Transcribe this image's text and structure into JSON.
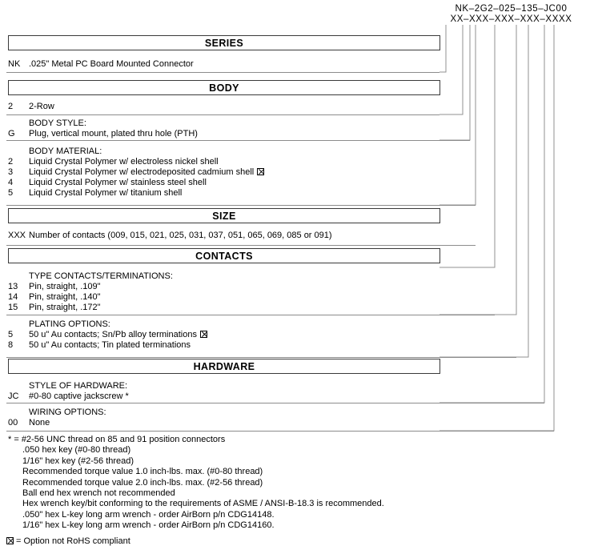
{
  "part_number": {
    "example": "NK–2G2–025–135–JC00",
    "mask": "XX–XXX–XXX–XXX–XXXX"
  },
  "sections": [
    {
      "title": "SERIES",
      "groups": [
        {
          "label": "",
          "options": [
            {
              "code": "NK",
              "desc": ".025\" Metal PC Board Mounted Connector",
              "rohs_flag": false
            }
          ]
        }
      ]
    },
    {
      "title": "BODY",
      "groups": [
        {
          "label": "",
          "options": [
            {
              "code": "2",
              "desc": "2-Row",
              "rohs_flag": false
            }
          ]
        },
        {
          "label": "BODY STYLE:",
          "options": [
            {
              "code": "G",
              "desc": "Plug, vertical mount, plated thru hole (PTH)",
              "rohs_flag": false
            }
          ]
        },
        {
          "label": "BODY MATERIAL:",
          "options": [
            {
              "code": "2",
              "desc": "Liquid Crystal Polymer w/ electroless nickel shell",
              "rohs_flag": false
            },
            {
              "code": "3",
              "desc": "Liquid Crystal Polymer w/ electrodeposited cadmium shell",
              "rohs_flag": true
            },
            {
              "code": "4",
              "desc": "Liquid Crystal Polymer w/ stainless steel shell",
              "rohs_flag": false
            },
            {
              "code": "5",
              "desc": "Liquid Crystal Polymer w/ titanium shell",
              "rohs_flag": false
            }
          ]
        }
      ]
    },
    {
      "title": "SIZE",
      "groups": [
        {
          "label": "",
          "options": [
            {
              "code": "XXX",
              "desc": "Number of contacts (009, 015, 021, 025, 031, 037, 051, 065, 069, 085 or 091)",
              "rohs_flag": false
            }
          ]
        }
      ]
    },
    {
      "title": "CONTACTS",
      "groups": [
        {
          "label": "TYPE CONTACTS/TERMINATIONS:",
          "options": [
            {
              "code": "13",
              "desc": "Pin, straight, .109\"",
              "rohs_flag": false
            },
            {
              "code": "14",
              "desc": "Pin, straight, .140\"",
              "rohs_flag": false
            },
            {
              "code": "15",
              "desc": "Pin, straight, .172\"",
              "rohs_flag": false
            }
          ]
        },
        {
          "label": "PLATING OPTIONS:",
          "options": [
            {
              "code": "5",
              "desc": "50 u\" Au contacts; Sn/Pb alloy terminations",
              "rohs_flag": true
            },
            {
              "code": "8",
              "desc": "50 u\" Au contacts; Tin plated terminations",
              "rohs_flag": false
            }
          ]
        }
      ]
    },
    {
      "title": "HARDWARE",
      "groups": [
        {
          "label": "STYLE OF HARDWARE:",
          "options": [
            {
              "code": "JC",
              "desc": "#0-80 captive jackscrew *",
              "rohs_flag": false
            }
          ]
        },
        {
          "label": "WIRING OPTIONS:",
          "options": [
            {
              "code": "00",
              "desc": "None",
              "rohs_flag": false
            }
          ]
        }
      ]
    }
  ],
  "footnotes": [
    "* = #2-56 UNC thread on 85 and 91 position connectors",
    ".050 hex key (#0-80 thread)",
    "1/16\" hex key (#2-56 thread)",
    "Recommended torque value 1.0 inch-lbs. max. (#0-80 thread)",
    "Recommended torque value 2.0 inch-lbs. max. (#2-56 thread)",
    "Ball end hex wrench not recommended",
    "Hex wrench key/bit conforming to the requirements of ASME / ANSI-B-18.3 is recommended.",
    ".050\" hex L-key long arm wrench - order AirBorn p/n CDG14148.",
    "1/16\" hex L-key long arm wrench - order AirBorn p/n CDG14160."
  ],
  "legend": {
    "text": "= Option not RoHS compliant"
  },
  "colors": {
    "box_border": "#3a3a3a",
    "rule": "#8c8c8c",
    "leader": "#909090",
    "text": "#000000"
  }
}
